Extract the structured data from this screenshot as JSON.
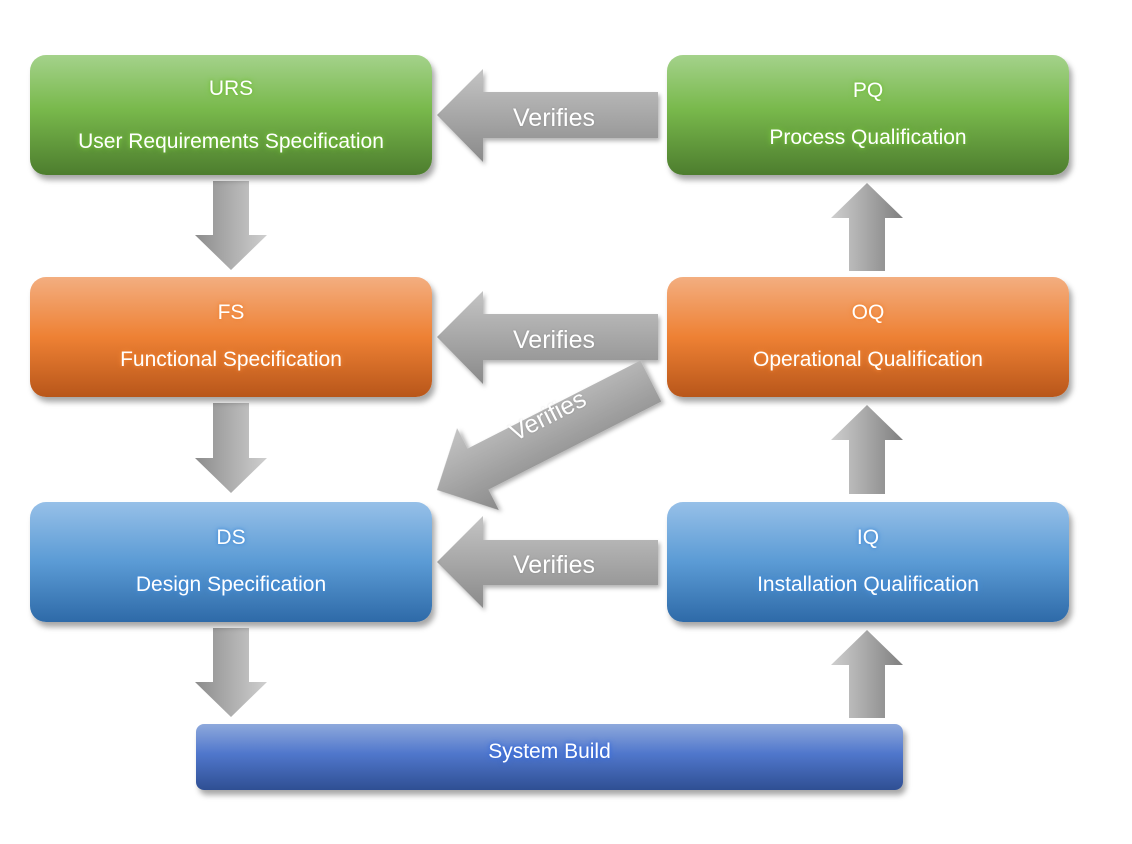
{
  "diagram": {
    "nodes": {
      "urs": {
        "abbr": "URS",
        "name": "User Requirements Specification",
        "color": "#70ad47"
      },
      "fs": {
        "abbr": "FS",
        "name": "Functional Specification",
        "color": "#ed7d31"
      },
      "ds": {
        "abbr": "DS",
        "name": "Design Specification",
        "color": "#5b9bd5"
      },
      "pq": {
        "abbr": "PQ",
        "name": "Process Qualification",
        "color": "#70ad47"
      },
      "oq": {
        "abbr": "OQ",
        "name": "Operational Qualification",
        "color": "#ed7d31"
      },
      "iq": {
        "abbr": "IQ",
        "name": "Installation Qualification",
        "color": "#5b9bd5"
      },
      "build": {
        "name": "System Build",
        "color": "#4472c4"
      }
    },
    "edges": [
      {
        "from": "URS",
        "to": "FS",
        "label": ""
      },
      {
        "from": "FS",
        "to": "DS",
        "label": ""
      },
      {
        "from": "DS",
        "to": "System Build",
        "label": ""
      },
      {
        "from": "System Build",
        "to": "IQ",
        "label": ""
      },
      {
        "from": "IQ",
        "to": "OQ",
        "label": ""
      },
      {
        "from": "OQ",
        "to": "PQ",
        "label": ""
      },
      {
        "from": "PQ",
        "to": "URS",
        "label": "Verifies"
      },
      {
        "from": "OQ",
        "to": "FS",
        "label": "Verifies"
      },
      {
        "from": "OQ",
        "to": "DS",
        "label": "Verifies"
      },
      {
        "from": "IQ",
        "to": "DS",
        "label": "Verifies"
      }
    ],
    "verify_labels": {
      "pq_urs": "Verifies",
      "oq_fs": "Verifies",
      "oq_ds": "Verifies",
      "iq_ds": "Verifies"
    }
  }
}
